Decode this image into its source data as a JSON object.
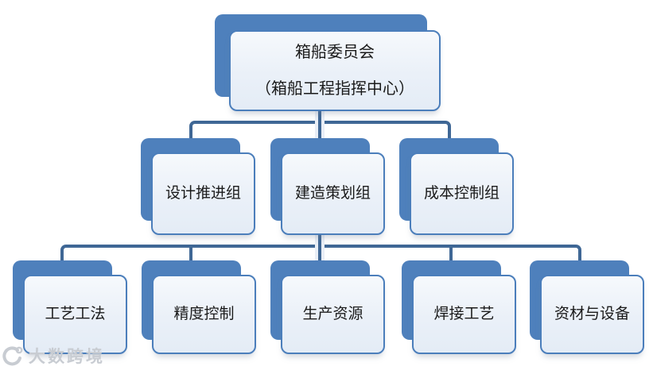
{
  "org_chart": {
    "type": "org-hierarchy-diagram",
    "root": {
      "line1": "箱船委员会",
      "line2": "（箱船工程指挥中心）"
    },
    "level2": [
      "设计推进组",
      "建造策划组",
      "成本控制组"
    ],
    "level3": [
      "工艺工法",
      "精度控制",
      "生产资源",
      "焊接工艺",
      "资材与设备"
    ]
  },
  "watermark": {
    "text": "大数跨境",
    "logo": "dashu-kuajing-logo"
  },
  "colors": {
    "box_shadow_back": "#4e80bc",
    "box_border": "#4b7ebb",
    "box_fill_top": "#f6f9fc",
    "box_fill_bottom": "#e4ecf6",
    "connector_line": "#3f6795",
    "text": "#1a1a1a",
    "watermark": "#c8ccd2",
    "background": "#ffffff"
  }
}
